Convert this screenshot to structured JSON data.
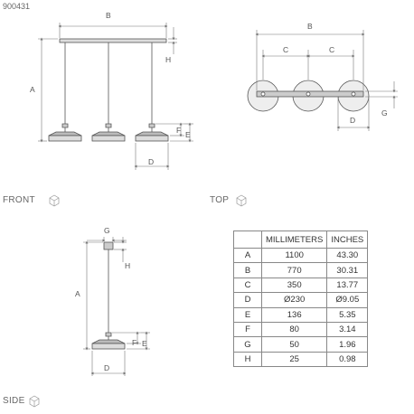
{
  "product_code": "900431",
  "views": {
    "front": "FRONT",
    "top": "TOP",
    "side": "SIDE"
  },
  "dimension_letters": {
    "a": "A",
    "b": "B",
    "c": "C",
    "d": "D",
    "e": "E",
    "f": "F",
    "g": "G",
    "h": "H"
  },
  "table": {
    "headers": [
      "",
      "MILLIMETERS",
      "INCHES"
    ],
    "rows": [
      {
        "key": "A",
        "mm": "1100",
        "in": "43.30"
      },
      {
        "key": "B",
        "mm": "770",
        "in": "30.31"
      },
      {
        "key": "C",
        "mm": "350",
        "in": "13.77"
      },
      {
        "key": "D",
        "mm": "Ø230",
        "in": "Ø9.05"
      },
      {
        "key": "E",
        "mm": "136",
        "in": "5.35"
      },
      {
        "key": "F",
        "mm": "80",
        "in": "3.14"
      },
      {
        "key": "G",
        "mm": "50",
        "in": "1.96"
      },
      {
        "key": "H",
        "mm": "25",
        "in": "0.98"
      }
    ]
  },
  "colors": {
    "line": "#555555",
    "dim_line": "#777777",
    "shade_light": "#dddddd",
    "shade_mid": "#bbbbbb"
  }
}
